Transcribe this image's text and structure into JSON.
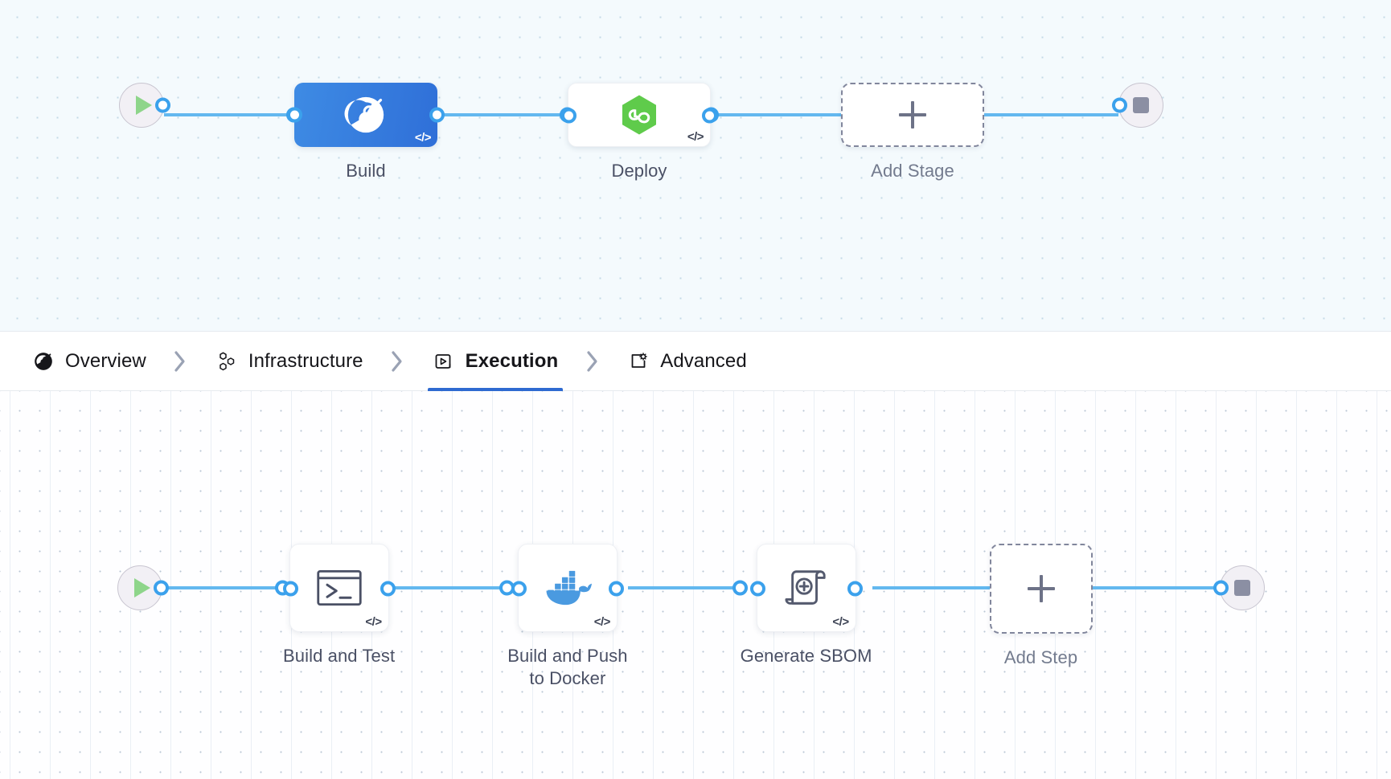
{
  "theme": {
    "accent_blue": "#2e6ad1",
    "connector_blue": "#63b8ef",
    "port_blue": "#3ba1ec",
    "stage_build_blue": "#3177dc",
    "deploy_green": "#5fcb4b",
    "docker_blue": "#4a9ae0",
    "start_green": "#8ed58a",
    "stop_gray": "#8b8fa3",
    "label_gray": "#4a5065",
    "muted_gray": "#737b8e"
  },
  "stage_flow": {
    "start_node": {
      "name": "Start",
      "icon": "play-icon"
    },
    "end_node": {
      "name": "End",
      "icon": "stop-icon"
    },
    "nodes": [
      {
        "label": "Build",
        "icon": "harness-ci-icon",
        "selected": true,
        "code_badge": "</>"
      },
      {
        "label": "Deploy",
        "icon": "harness-cd-icon",
        "selected": false,
        "code_badge": "</>"
      }
    ],
    "add_stage": {
      "label": "Add Stage",
      "icon": "plus-icon"
    }
  },
  "tabs": {
    "separator": "chevron-right-icon",
    "items": [
      {
        "label": "Overview",
        "icon": "overview-icon",
        "active": false
      },
      {
        "label": "Infrastructure",
        "icon": "infrastructure-icon",
        "active": false
      },
      {
        "label": "Execution",
        "icon": "execution-icon",
        "active": true
      },
      {
        "label": "Advanced",
        "icon": "advanced-icon",
        "active": false
      }
    ]
  },
  "step_flow": {
    "start_node": {
      "name": "Start",
      "icon": "play-icon"
    },
    "end_node": {
      "name": "End",
      "icon": "stop-icon"
    },
    "nodes": [
      {
        "label": "Build and Test",
        "icon": "terminal-icon",
        "code_badge": "</>"
      },
      {
        "label": "Build and Push\nto Docker",
        "icon": "docker-icon",
        "code_badge": "</>"
      },
      {
        "label": "Generate SBOM",
        "icon": "sbom-scroll-icon",
        "code_badge": "</>"
      }
    ],
    "add_step": {
      "label": "Add Step",
      "icon": "plus-icon"
    }
  }
}
